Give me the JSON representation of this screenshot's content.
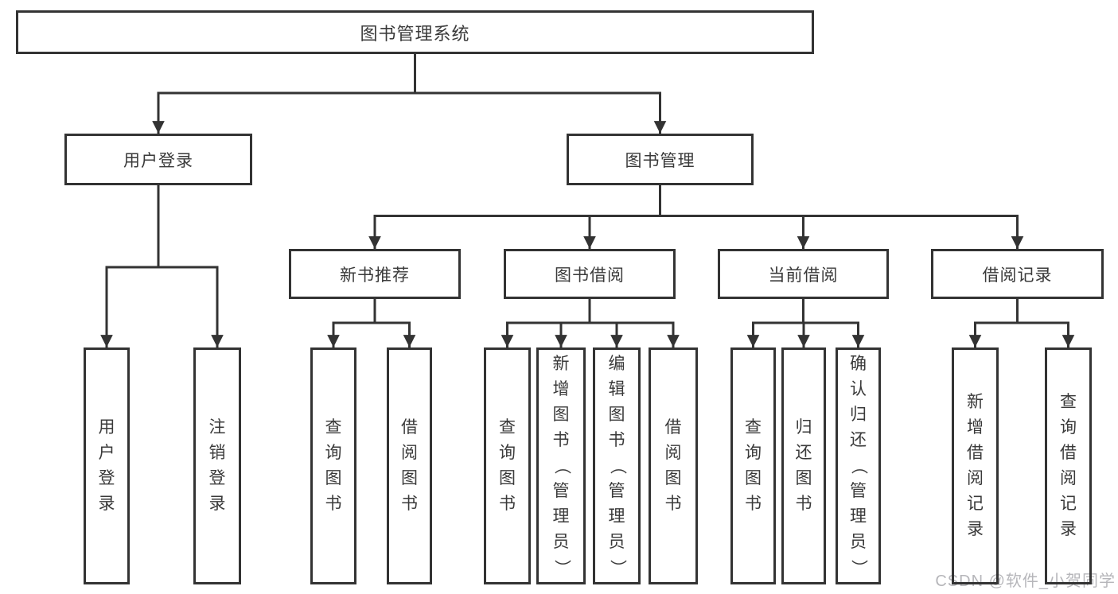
{
  "diagram": {
    "type": "functional-structure-hierarchy",
    "title": "图书管理系统",
    "watermark": "CSDN @软件_小贺同学",
    "colors": {
      "line": "#333333",
      "box_border": "#333333",
      "text": "#3a3a3a",
      "watermark": "#b6b6ba",
      "background": "#ffffff"
    },
    "tree": {
      "id": "root",
      "label": "图书管理系统",
      "children": [
        {
          "id": "user-login",
          "label": "用户登录",
          "children": [
            {
              "id": "login",
              "label": "用户登录"
            },
            {
              "id": "logout",
              "label": "注销登录"
            }
          ]
        },
        {
          "id": "book-mgmt",
          "label": "图书管理",
          "children": [
            {
              "id": "new-book-rec",
              "label": "新书推荐",
              "children": [
                {
                  "id": "nbr-query",
                  "label": "查询图书"
                },
                {
                  "id": "nbr-borrow",
                  "label": "借阅图书"
                }
              ]
            },
            {
              "id": "book-borrow",
              "label": "图书借阅",
              "children": [
                {
                  "id": "bb-query",
                  "label": "查询图书"
                },
                {
                  "id": "bb-add",
                  "label": "新增图书（管理员）"
                },
                {
                  "id": "bb-edit",
                  "label": "编辑图书（管理员）"
                },
                {
                  "id": "bb-borrow",
                  "label": "借阅图书"
                }
              ]
            },
            {
              "id": "current-borrow",
              "label": "当前借阅",
              "children": [
                {
                  "id": "cb-query",
                  "label": "查询图书"
                },
                {
                  "id": "cb-return",
                  "label": "归还图书"
                },
                {
                  "id": "cb-confirm",
                  "label": "确认归还（管理员）"
                }
              ]
            },
            {
              "id": "borrow-record",
              "label": "借阅记录",
              "children": [
                {
                  "id": "br-add",
                  "label": "新增借阅记录"
                },
                {
                  "id": "br-query",
                  "label": "查询借阅记录"
                }
              ]
            }
          ]
        }
      ]
    }
  }
}
